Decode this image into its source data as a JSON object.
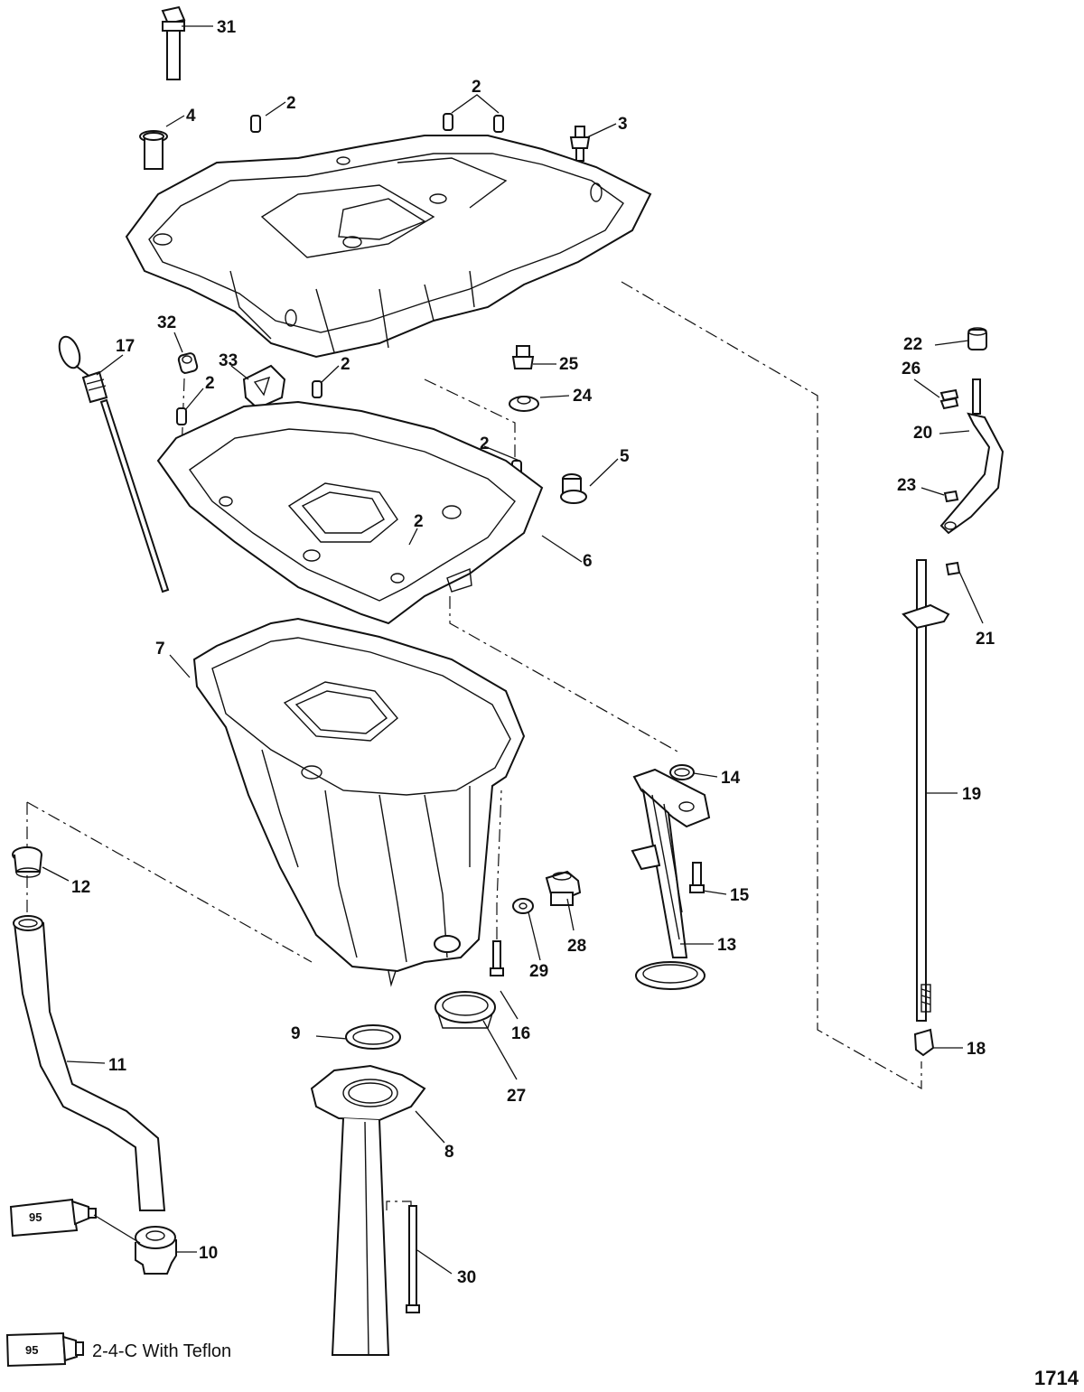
{
  "callouts": {
    "c1": "31",
    "c2": "2",
    "c3": "2",
    "c4": "4",
    "c5": "3",
    "c6": "32",
    "c7": "17",
    "c8": "33",
    "c9": "2",
    "c10": "2",
    "c11": "25",
    "c12": "24",
    "c13": "2",
    "c14": "5",
    "c15": "2",
    "c16": "6",
    "c17": "7",
    "c18": "22",
    "c19": "26",
    "c20": "20",
    "c21": "23",
    "c22": "21",
    "c23": "14",
    "c24": "19",
    "c25": "12",
    "c26": "15",
    "c27": "28",
    "c28": "13",
    "c29": "29",
    "c30": "11",
    "c31": "9",
    "c32": "16",
    "c33": "27",
    "c34": "18",
    "c35": "8",
    "c36": "10",
    "c37": "30"
  },
  "legend": {
    "tube_number": "95",
    "sealant_label": "2-4-C With Teflon"
  },
  "tube_on_part10": "95",
  "figure_number": "1714",
  "colors": {
    "ink": "#111111",
    "background": "#ffffff"
  }
}
